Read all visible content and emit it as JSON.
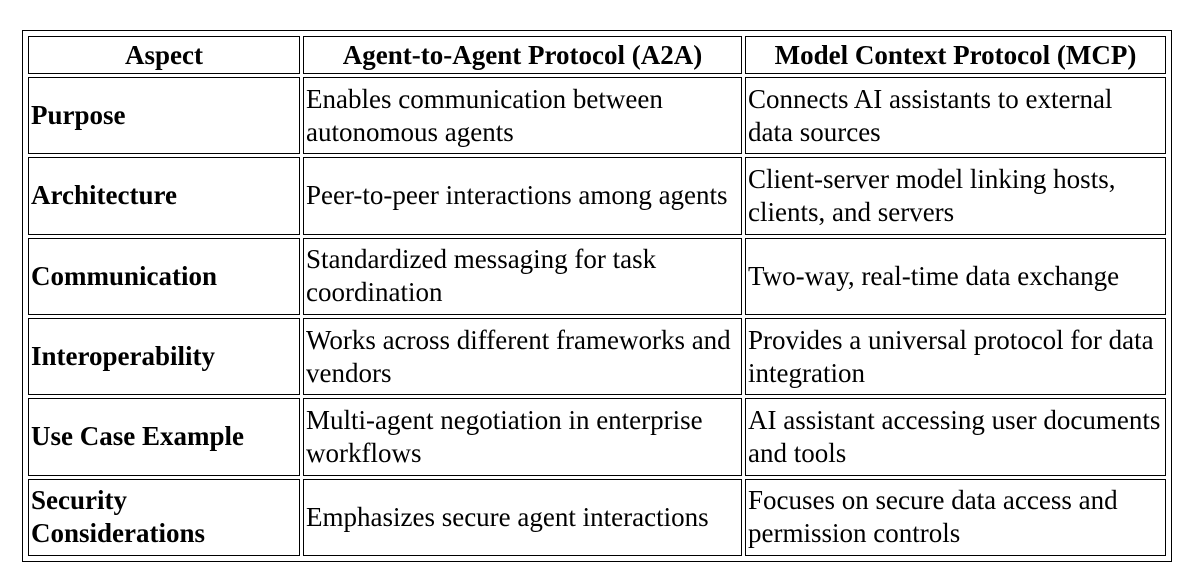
{
  "table": {
    "headers": [
      "Aspect",
      "Agent-to-Agent Protocol (A2A)",
      "Model Context Protocol (MCP)"
    ],
    "rows": [
      {
        "aspect": "Purpose",
        "a2a": "Enables communication between autonomous agents",
        "mcp": "Connects AI assistants to external data sources"
      },
      {
        "aspect": "Architecture",
        "a2a": "Peer-to-peer interactions among agents",
        "mcp": "Client-server model linking hosts, clients, and servers"
      },
      {
        "aspect": "Communication",
        "a2a": "Standardized messaging for task coordination",
        "mcp": "Two-way, real-time data exchange"
      },
      {
        "aspect": "Interoperability",
        "a2a": "Works across different frameworks and vendors",
        "mcp": "Provides a universal protocol for data integration"
      },
      {
        "aspect": "Use Case Example",
        "a2a": "Multi-agent negotiation in enterprise workflows",
        "mcp": "AI assistant accessing user documents and tools"
      },
      {
        "aspect": "Security Considerations",
        "a2a": "Emphasizes secure agent interactions",
        "mcp": "Focuses on secure data access and permission controls"
      }
    ]
  }
}
